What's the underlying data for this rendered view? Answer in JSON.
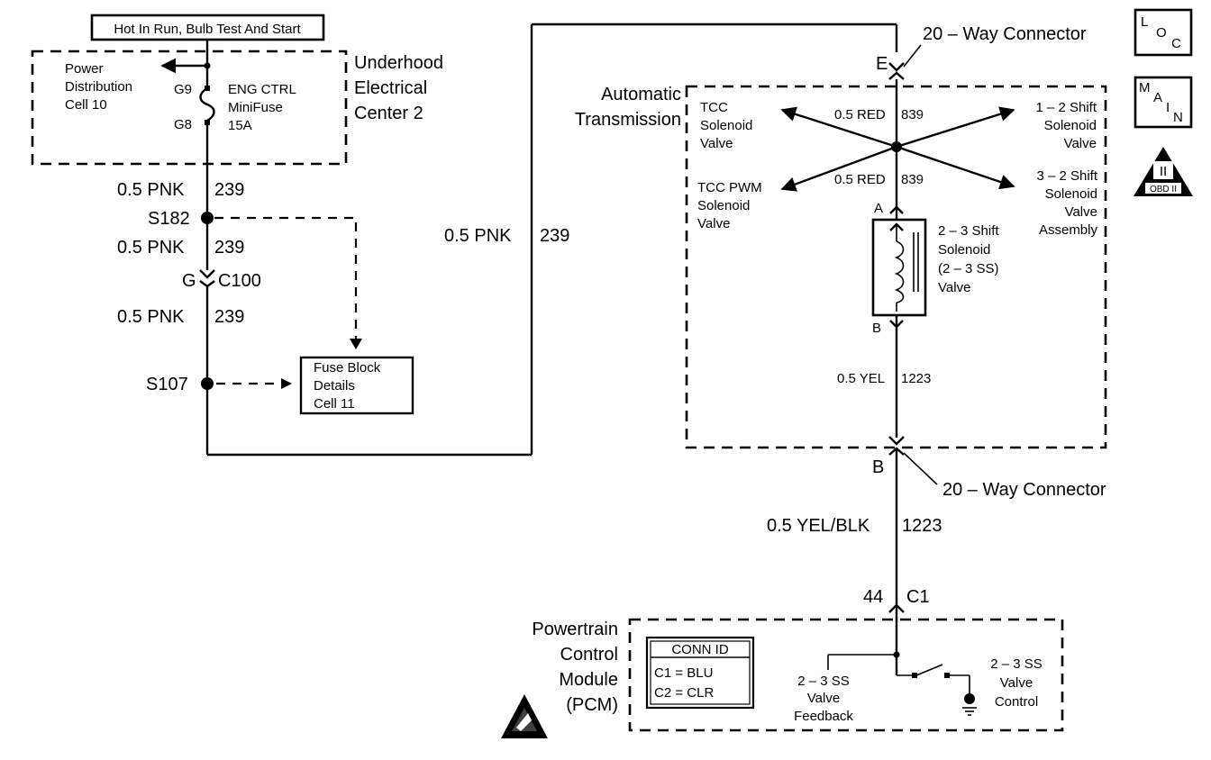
{
  "header": {
    "power_label": "Hot In Run, Bulb Test And Start"
  },
  "uec": {
    "title": [
      "Underhood",
      "Electrical",
      "Center 2"
    ],
    "pd": [
      "Power",
      "Distribution",
      "Cell 10"
    ],
    "term_g9": "G9",
    "term_g8": "G8",
    "fuse": [
      "ENG CTRL",
      "MiniFuse",
      "15A"
    ]
  },
  "left": {
    "wire1": "0.5 PNK",
    "circuit1": "239",
    "splice1": "S182",
    "wire2": "0.5 PNK",
    "circuit2": "239",
    "conn_pin": "G",
    "conn_id": "C100",
    "wire3": "0.5 PNK",
    "circuit3": "239",
    "splice2": "S107",
    "fuse_block": [
      "Fuse Block",
      "Details",
      "Cell 11"
    ],
    "long_wire": "0.5 PNK",
    "long_circuit": "239"
  },
  "trans": {
    "title": [
      "Automatic",
      "Transmission"
    ],
    "top_conn_pin": "E",
    "top_conn_label": "20 – Way Connector",
    "wire_red_top": "0.5 RED",
    "circ_red_top": "839",
    "wire_red_bot": "0.5 RED",
    "circ_red_bot": "839",
    "tcc": [
      "TCC",
      "Solenoid",
      "Valve"
    ],
    "tcc_pwm": [
      "TCC PWM",
      "Solenoid",
      "Valve"
    ],
    "ss12": [
      "1 – 2 Shift",
      "Solenoid",
      "Valve"
    ],
    "ss32": [
      "3 – 2 Shift",
      "Solenoid",
      "Valve",
      "Assembly"
    ],
    "ss23": [
      "2 – 3 Shift",
      "Solenoid",
      "(2 – 3 SS)",
      "Valve"
    ],
    "pin_a": "A",
    "pin_b": "B",
    "wire_yel": "0.5 YEL",
    "circ_yel": "1223"
  },
  "lower": {
    "conn_pin": "B",
    "conn_label": "20 – Way Connector",
    "wire": "0.5 YEL/BLK",
    "circuit": "1223",
    "pcm_pin": "44",
    "pcm_conn": "C1"
  },
  "pcm": {
    "title": [
      "Powertrain",
      "Control",
      "Module",
      "(PCM)"
    ],
    "conn_header": "CONN ID",
    "conn_rows": [
      "C1 = BLU",
      "C2 = CLR"
    ],
    "feedback": [
      "2 – 3 SS",
      "Valve",
      "Feedback"
    ],
    "control": [
      "2 – 3 SS",
      "Valve",
      "Control"
    ]
  },
  "icons": {
    "loc": [
      "L",
      "O",
      "C"
    ],
    "main": [
      "M",
      "A",
      "I",
      "N"
    ],
    "obd": [
      "II",
      "OBD II"
    ]
  }
}
